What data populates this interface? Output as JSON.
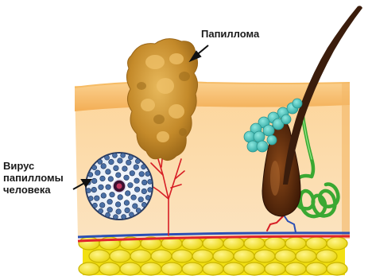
{
  "labels": {
    "papilloma": "Папиллома",
    "virus_line1": "Вирус",
    "virus_line2": "папилломы",
    "virus_line3": "человека"
  },
  "colors": {
    "epidermis_light": "#f8c879",
    "epidermis_dark": "#f0a646",
    "dermis": "#fcd9a4",
    "fat_yellow": "#f4e51c",
    "fat_outline": "#c9b400",
    "papilloma": "#c8902a",
    "papilloma_light": "#e2b252",
    "virus_blue": "#4a6fa5",
    "virus_core": "#3a1030",
    "hair": "#3b1d0c",
    "follicle": "#5a2a10",
    "sebaceous_gland": "#4fc7c0",
    "sweat_gland": "#4fc24a",
    "artery": "#e0242c",
    "vein": "#2b4fb5",
    "capillary_red": "#d71e25"
  },
  "icons": [
    "arrow-icon"
  ]
}
